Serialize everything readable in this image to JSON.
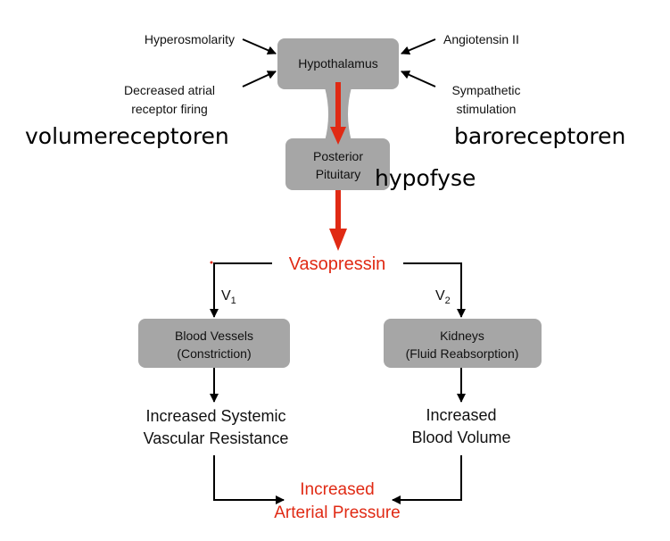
{
  "inputs_left": {
    "hyperosmolarity": "Hyperosmolarity",
    "atrial_line1": "Decreased atrial",
    "atrial_line2": "receptor firing"
  },
  "inputs_right": {
    "angiotensin": "Angiotensin II",
    "sympathetic_line1": "Sympathetic",
    "sympathetic_line2": "stimulation"
  },
  "annotations": {
    "volume": "volumereceptoren",
    "baro": "baroreceptoren",
    "hypofyse": "hypofyse"
  },
  "nodes": {
    "hypothalamus": "Hypothalamus",
    "pituitary_line1": "Posterior",
    "pituitary_line2": "Pituitary",
    "vasopressin": "Vasopressin",
    "v1": "V",
    "v1_sub": "1",
    "v2": "V",
    "v2_sub": "2",
    "vessels_line1": "Blood Vessels",
    "vessels_line2": "(Constriction)",
    "kidneys_line1": "Kidneys",
    "kidneys_line2": "(Fluid Reabsorption)",
    "svr_line1": "Increased Systemic",
    "svr_line2": "Vascular Resistance",
    "bv_line1": "Increased",
    "bv_line2": "Blood Volume",
    "pressure_line1": "Increased",
    "pressure_line2": "Arterial Pressure"
  },
  "colors": {
    "box": "#a6a6a6",
    "accent": "#e02a14",
    "arrow": "#000000"
  }
}
